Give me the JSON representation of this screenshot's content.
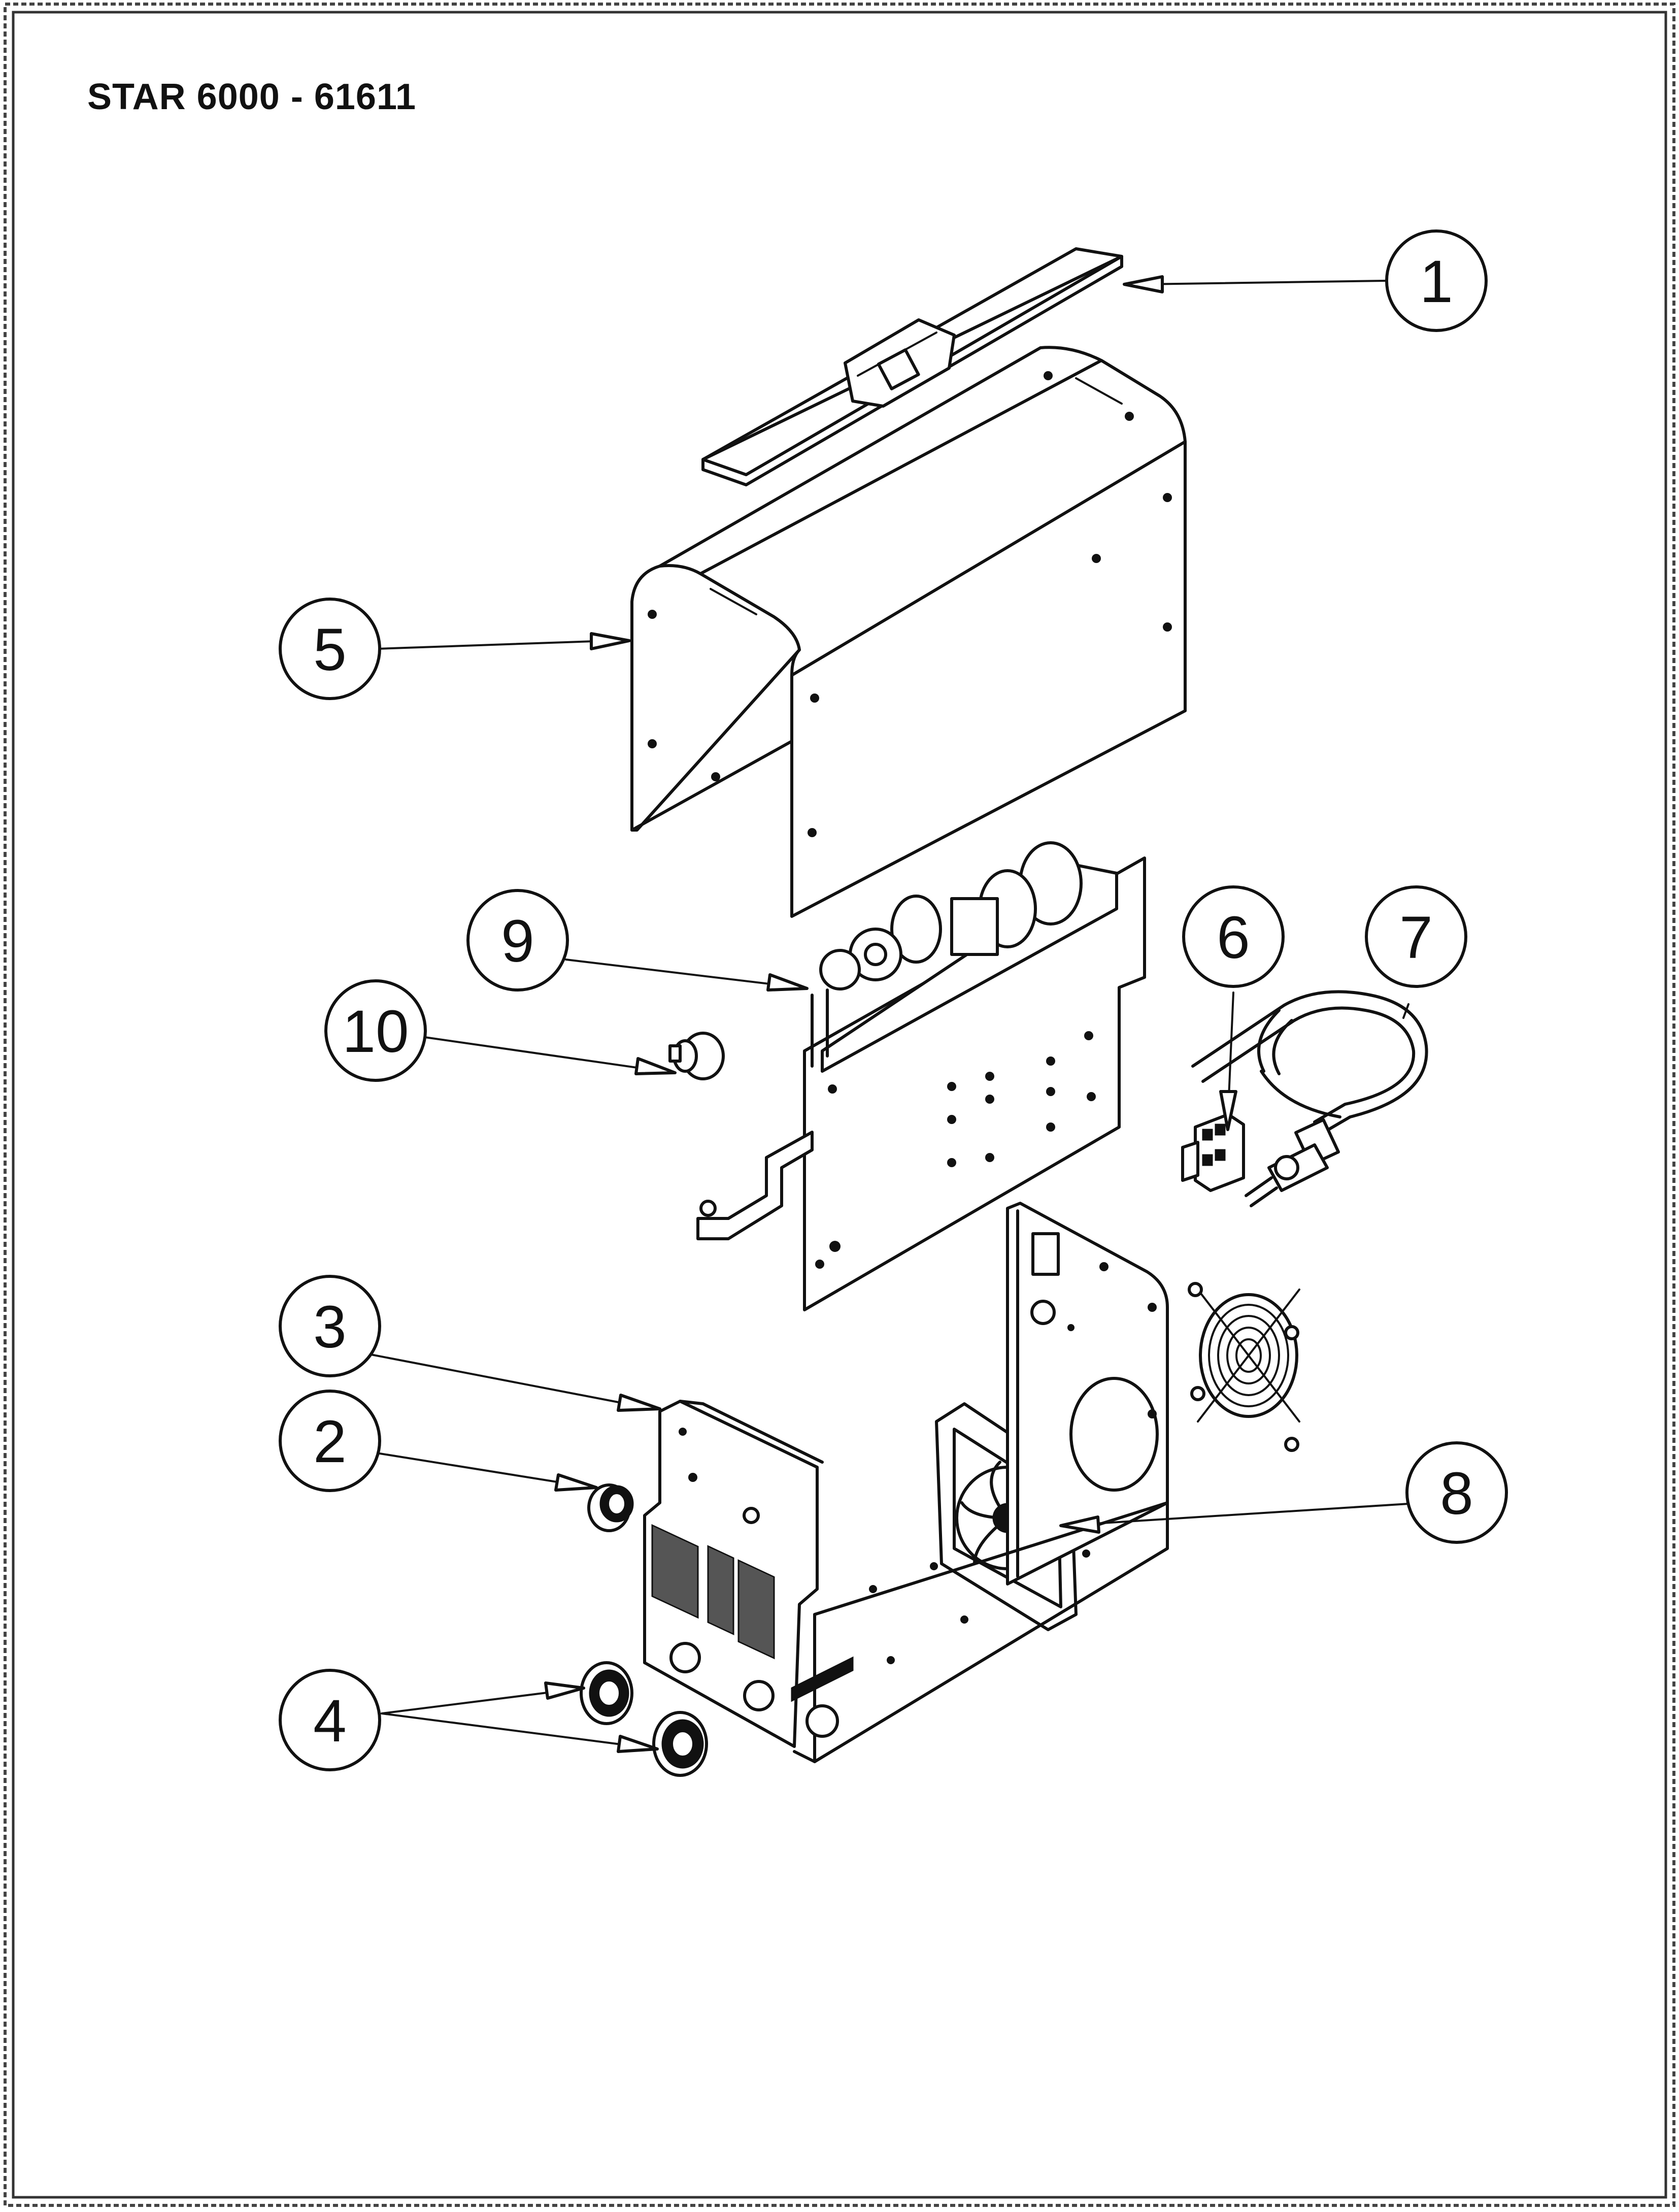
{
  "title": "STAR 6000 - 61611",
  "callouts": [
    {
      "id": "1",
      "label": "1"
    },
    {
      "id": "2",
      "label": "2"
    },
    {
      "id": "3",
      "label": "3"
    },
    {
      "id": "4",
      "label": "4"
    },
    {
      "id": "5",
      "label": "5"
    },
    {
      "id": "6",
      "label": "6"
    },
    {
      "id": "7",
      "label": "7"
    },
    {
      "id": "8",
      "label": "8"
    },
    {
      "id": "9",
      "label": "9"
    },
    {
      "id": "10",
      "label": "10"
    }
  ]
}
